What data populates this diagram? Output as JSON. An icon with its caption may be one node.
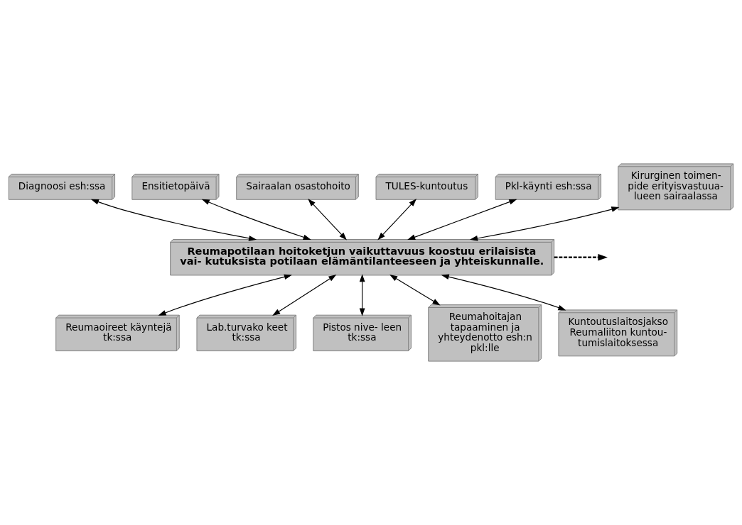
{
  "diagram": {
    "nodes": [
      {
        "text": [
          "Diagnoosi esh:ssa"
        ]
      },
      {
        "text": [
          "Ensitietopäivä"
        ]
      },
      {
        "text": [
          "Sairaalan osastohoito"
        ]
      },
      {
        "text": [
          "TULES-kuntoutus"
        ]
      },
      {
        "text": [
          "Pkl-käynti esh:ssa"
        ]
      },
      {
        "text": [
          "Kirurginen toimen- pide erityisvastuua- lueen sairaalassa"
        ]
      },
      {
        "text": [
          "Reumapotilaan hoitoketjun vaikuttavuus koostuu erilaisista vai- kutuksista potilaan elämäntilanteeseen ja yhteiskunnalle."
        ]
      },
      {
        "text": [
          "Reumaoireet käyntejä tk:ssa"
        ]
      },
      {
        "text": [
          "Lab.turvako keet tk:ssa"
        ]
      },
      {
        "text": [
          "Pistos nive- leen tk:ssa"
        ]
      },
      {
        "text": [
          "Reumahoitajan tapaaminen ja yhteydenotto esh:n pkl:lle"
        ]
      },
      {
        "text": [
          "Kuntoutuslaitosjakso Reumaliiton kuntou- tumislaitoksessa"
        ]
      }
    ],
    "edges": [
      {
        "from": 0,
        "to": 6,
        "arrow": "both"
      },
      {
        "from": 1,
        "to": 6,
        "arrow": "both"
      },
      {
        "from": 2,
        "to": 6,
        "arrow": "both"
      },
      {
        "from": 3,
        "to": 6,
        "arrow": "both"
      },
      {
        "from": 4,
        "to": 6,
        "arrow": "both"
      },
      {
        "from": 5,
        "to": 6,
        "arrow": "both"
      },
      {
        "from": 6,
        "to": 7,
        "arrow": "both"
      },
      {
        "from": 6,
        "to": 11,
        "arrow": "both"
      },
      {
        "from": 6,
        "to": 8,
        "arrow": "both"
      },
      {
        "from": 6,
        "to": 9,
        "arrow": "both"
      },
      {
        "from": 6,
        "to": 10,
        "arrow": "both"
      },
      {
        "from": 6,
        "to": null,
        "arrow": "to",
        "style": "dashed"
      }
    ]
  }
}
